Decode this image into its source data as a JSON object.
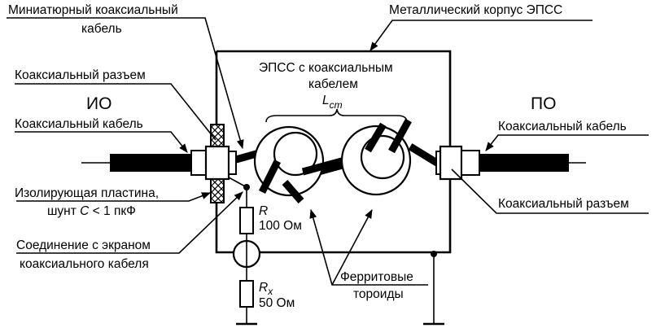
{
  "diagram": {
    "type": "schematic",
    "colors": {
      "line": "#000000",
      "background": "#ffffff"
    },
    "labels": {
      "mini_cable_line1": "Миниатюрный коаксиальный",
      "mini_cable_line2": "кабель",
      "metal_case": "Металлический корпус ЭПСС",
      "coax_connector_left": "Коаксиальный разъем",
      "io": "ИО",
      "coax_cable_left": "Коаксиальный кабель",
      "epss_line1": "ЭПСС с коаксиальным",
      "epss_line2": "кабелем",
      "lcm_main": "L",
      "lcm_sub": "cm",
      "po": "ПО",
      "coax_cable_right": "Коаксиальный кабель",
      "insulating_plate_line1": "Изолирующая пластина,",
      "insulating_plate_line2_prefix": "шунт ",
      "insulating_plate_line2_var": "C",
      "insulating_plate_line2_suffix": " < 1 пкФ",
      "coax_connector_right": "Коаксиальный разъем",
      "r_symbol": "R",
      "r_value": "100 Ом",
      "shield_conn_line1": "Соединение с экраном",
      "shield_conn_line2": "коаксиального кабеля",
      "rx_symbol": "R",
      "rx_sub": "x",
      "rx_value": "50 Ом",
      "ferrite_line1": "Ферритовые",
      "ferrite_line2": "тороиды"
    },
    "components": [
      {
        "id": "left-coax-cable",
        "kind": "coaxial-cable",
        "side": "ИО"
      },
      {
        "id": "left-coax-connector",
        "kind": "coaxial-connector"
      },
      {
        "id": "insulating-plate",
        "kind": "insulating-plate"
      },
      {
        "id": "ferrite-toroid-1",
        "kind": "ferrite-toroid"
      },
      {
        "id": "ferrite-toroid-2",
        "kind": "ferrite-toroid"
      },
      {
        "id": "right-coax-connector",
        "kind": "coaxial-connector"
      },
      {
        "id": "right-coax-cable",
        "kind": "coaxial-cable",
        "side": "ПО"
      },
      {
        "id": "resistor-r",
        "kind": "resistor",
        "value": "100 Ом"
      },
      {
        "id": "current-probe",
        "kind": "current-sensor"
      },
      {
        "id": "resistor-rx",
        "kind": "resistor",
        "value": "50 Ом"
      },
      {
        "id": "ground-left",
        "kind": "ground"
      },
      {
        "id": "ground-right",
        "kind": "ground"
      },
      {
        "id": "metal-case",
        "kind": "enclosure"
      }
    ]
  }
}
